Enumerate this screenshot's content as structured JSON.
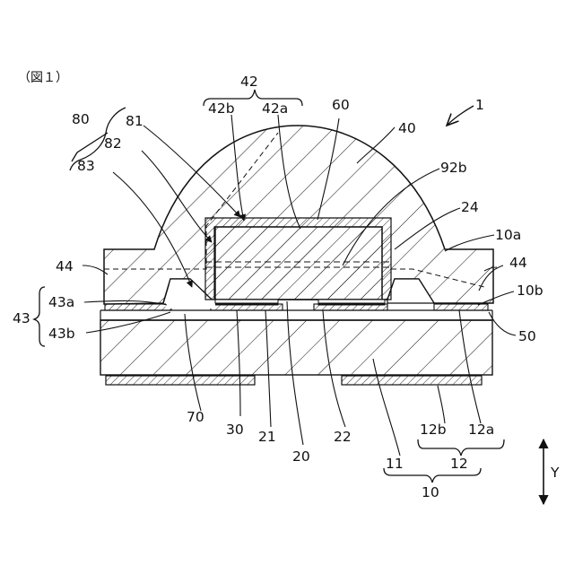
{
  "figure": {
    "caption": "（図１）",
    "labels": {
      "l1": "1",
      "l10": "10",
      "l10a": "10a",
      "l10b": "10b",
      "l11": "11",
      "l12": "12",
      "l12a": "12a",
      "l12b": "12b",
      "l20": "20",
      "l21": "21",
      "l22": "22",
      "l24": "24",
      "l30": "30",
      "l40": "40",
      "l42": "42",
      "l42a": "42a",
      "l42b": "42b",
      "l43": "43",
      "l43a": "43a",
      "l43b": "43b",
      "l44_left": "44",
      "l44_right": "44",
      "l50": "50",
      "l60": "60",
      "l70": "70",
      "l80": "80",
      "l81": "81",
      "l82": "82",
      "l83": "83",
      "l92b": "92b",
      "axis": "Y"
    }
  }
}
